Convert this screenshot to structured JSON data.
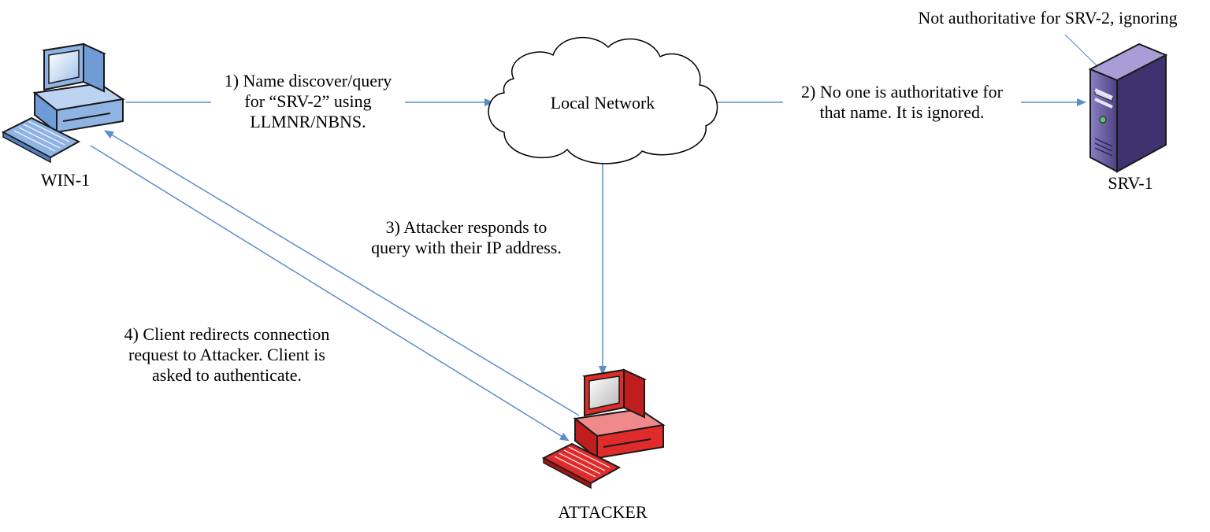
{
  "nodes": {
    "win1": {
      "label": "WIN-1"
    },
    "srv1": {
      "label": "SRV-1"
    },
    "attacker": {
      "label": "ATTACKER"
    },
    "network": {
      "label": "Local Network"
    }
  },
  "steps": [
    {
      "lines": [
        "1) Name discover/query",
        "for “SRV-2” using",
        "LLMNR/NBNS."
      ]
    },
    {
      "lines": [
        "2) No one is authoritative for",
        "that name. It is ignored."
      ]
    },
    {
      "lines": [
        "3) Attacker responds to",
        "query with their IP address."
      ]
    },
    {
      "lines": [
        "4) Client redirects connection",
        "request to Attacker. Client is",
        "asked to authenticate."
      ]
    }
  ],
  "srv_note": "Not authoritative for SRV-2, ignoring",
  "colors": {
    "arrow": "#5b8ec9",
    "client_blue": "#6f9bd6",
    "attacker_red": "#e02b2b",
    "server_purple": "#5d4f8f"
  }
}
